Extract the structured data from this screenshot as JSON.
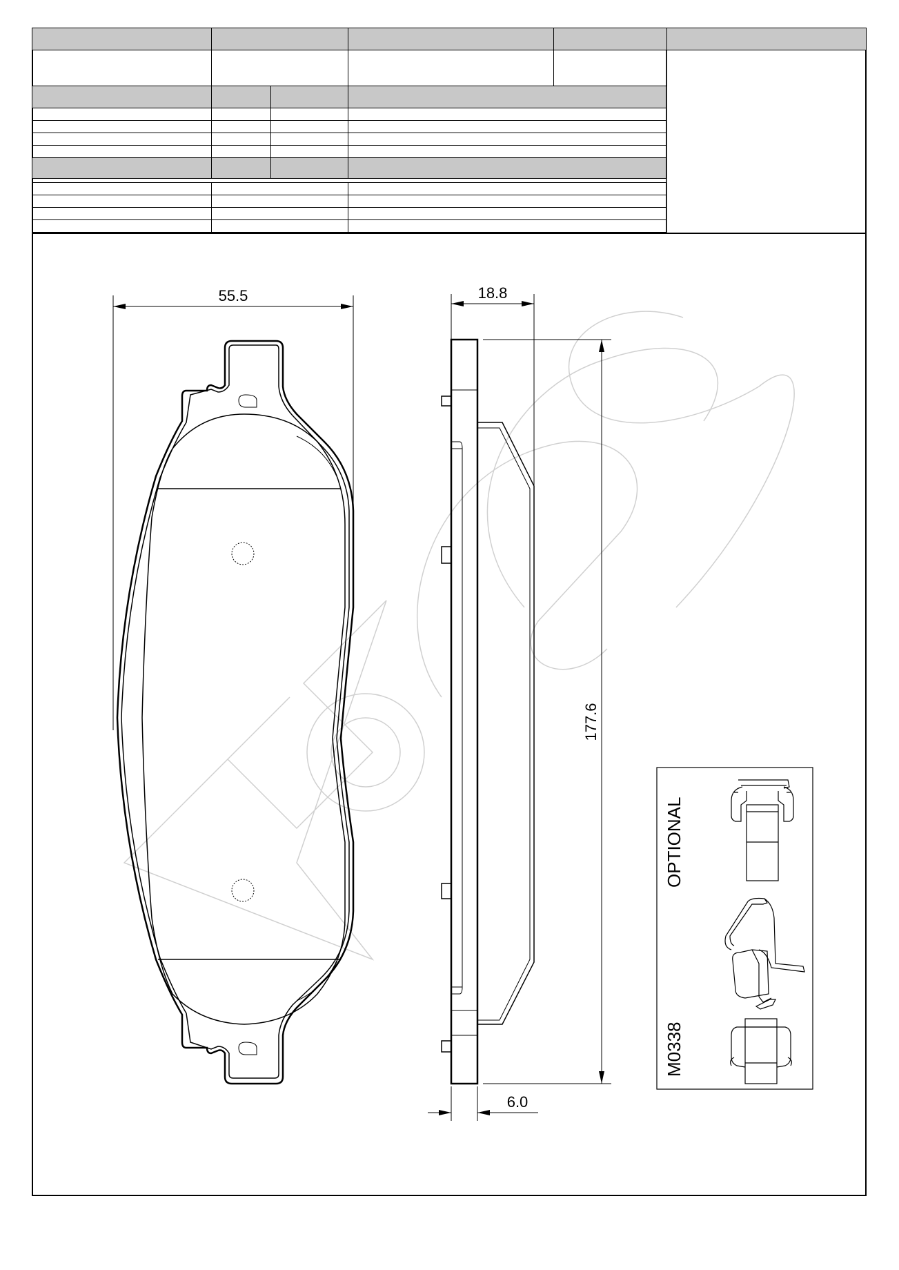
{
  "dimensions": {
    "width": "55.5",
    "thickness_total": "18.8",
    "length": "177.6",
    "backplate": "6.0"
  },
  "optional_box": {
    "label": "OPTIONAL",
    "part_number": "M0338"
  },
  "colors": {
    "header_fill": "#c8c8c8",
    "line": "#000000",
    "watermark": "#d0d0d0"
  }
}
